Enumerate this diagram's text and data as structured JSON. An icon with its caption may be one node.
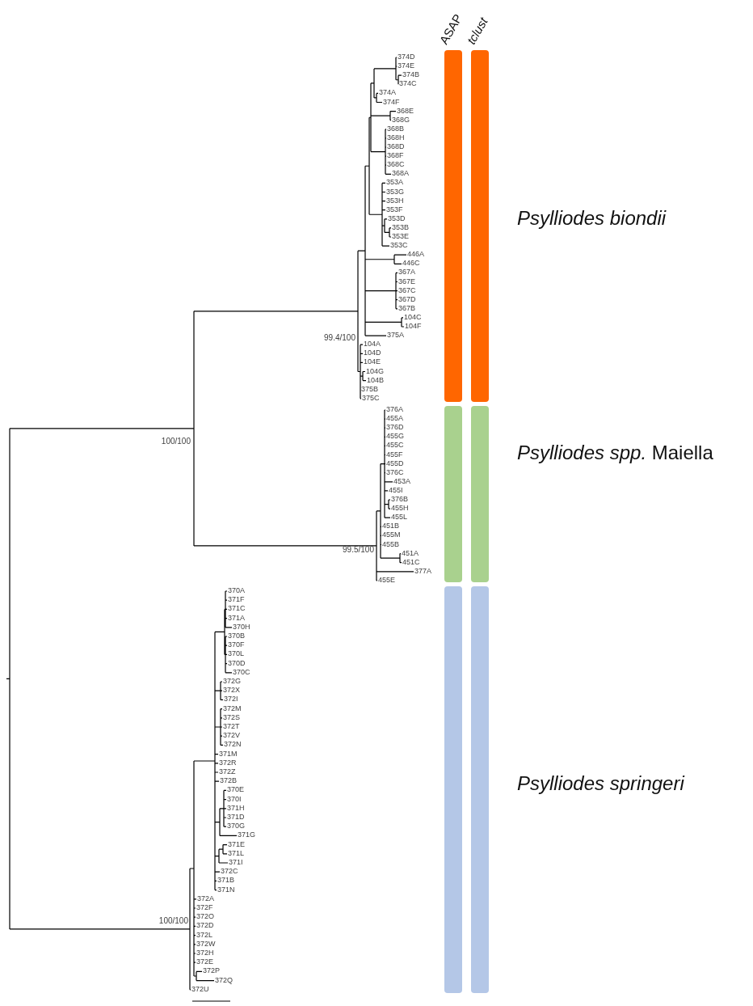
{
  "diagram": {
    "nodes": [
      {
        "text": [],
        "shape": "bar"
      },
      {
        "text": [],
        "shape": "bar"
      },
      {
        "text": [],
        "shape": "bar"
      },
      {
        "text": [],
        "shape": "bar"
      },
      {
        "text": [],
        "shape": "bar"
      },
      {
        "text": [],
        "shape": "bar"
      }
    ],
    "labels": [
      "ASAP",
      "tclust",
      "374D",
      "374E",
      "374B",
      "374C",
      "374A",
      "374F",
      "368E",
      "368G",
      "368B",
      "368H",
      "368D",
      "368F",
      "368C",
      "368A",
      "353A",
      "353G",
      "353H",
      "353F",
      "353D",
      "353B",
      "353E",
      "353C",
      "446A",
      "446C",
      "367A",
      "367E",
      "367C",
      "367D",
      "367B",
      "104C",
      "104F",
      "375A",
      "104A",
      "104D",
      "104E",
      "104G",
      "104B",
      "375B",
      "375C",
      "99.4/100",
      "Psylliodes biondii",
      "100/100",
      "376A",
      "455A",
      "376D",
      "455G",
      "455C",
      "455F",
      "455D",
      "376C",
      "453A",
      "455I",
      "376B",
      "455H",
      "455L",
      "451B",
      "455M",
      "455B",
      "451A",
      "451C",
      "377A",
      "455E",
      "*Psylliodes spp.* Maiella",
      "99.5/100",
      "370A",
      "371F",
      "371C",
      "371A",
      "370H",
      "370B",
      "370F",
      "370L",
      "370D",
      "370C",
      "372G",
      "372X",
      "372I",
      "372M",
      "372S",
      "372T",
      "372V",
      "372N",
      "371M",
      "372R",
      "372Z",
      "372B",
      "370E",
      "370I",
      "371H",
      "371D",
      "370G",
      "371G",
      "371E",
      "371L",
      "371I",
      "372C",
      "371B",
      "371N",
      "372A",
      "372F",
      "372O",
      "372D",
      "372L",
      "372W",
      "372H",
      "372E",
      "372P",
      "372Q",
      "372U",
      "Psylliodes springeri",
      "100/100"
    ]
  }
}
